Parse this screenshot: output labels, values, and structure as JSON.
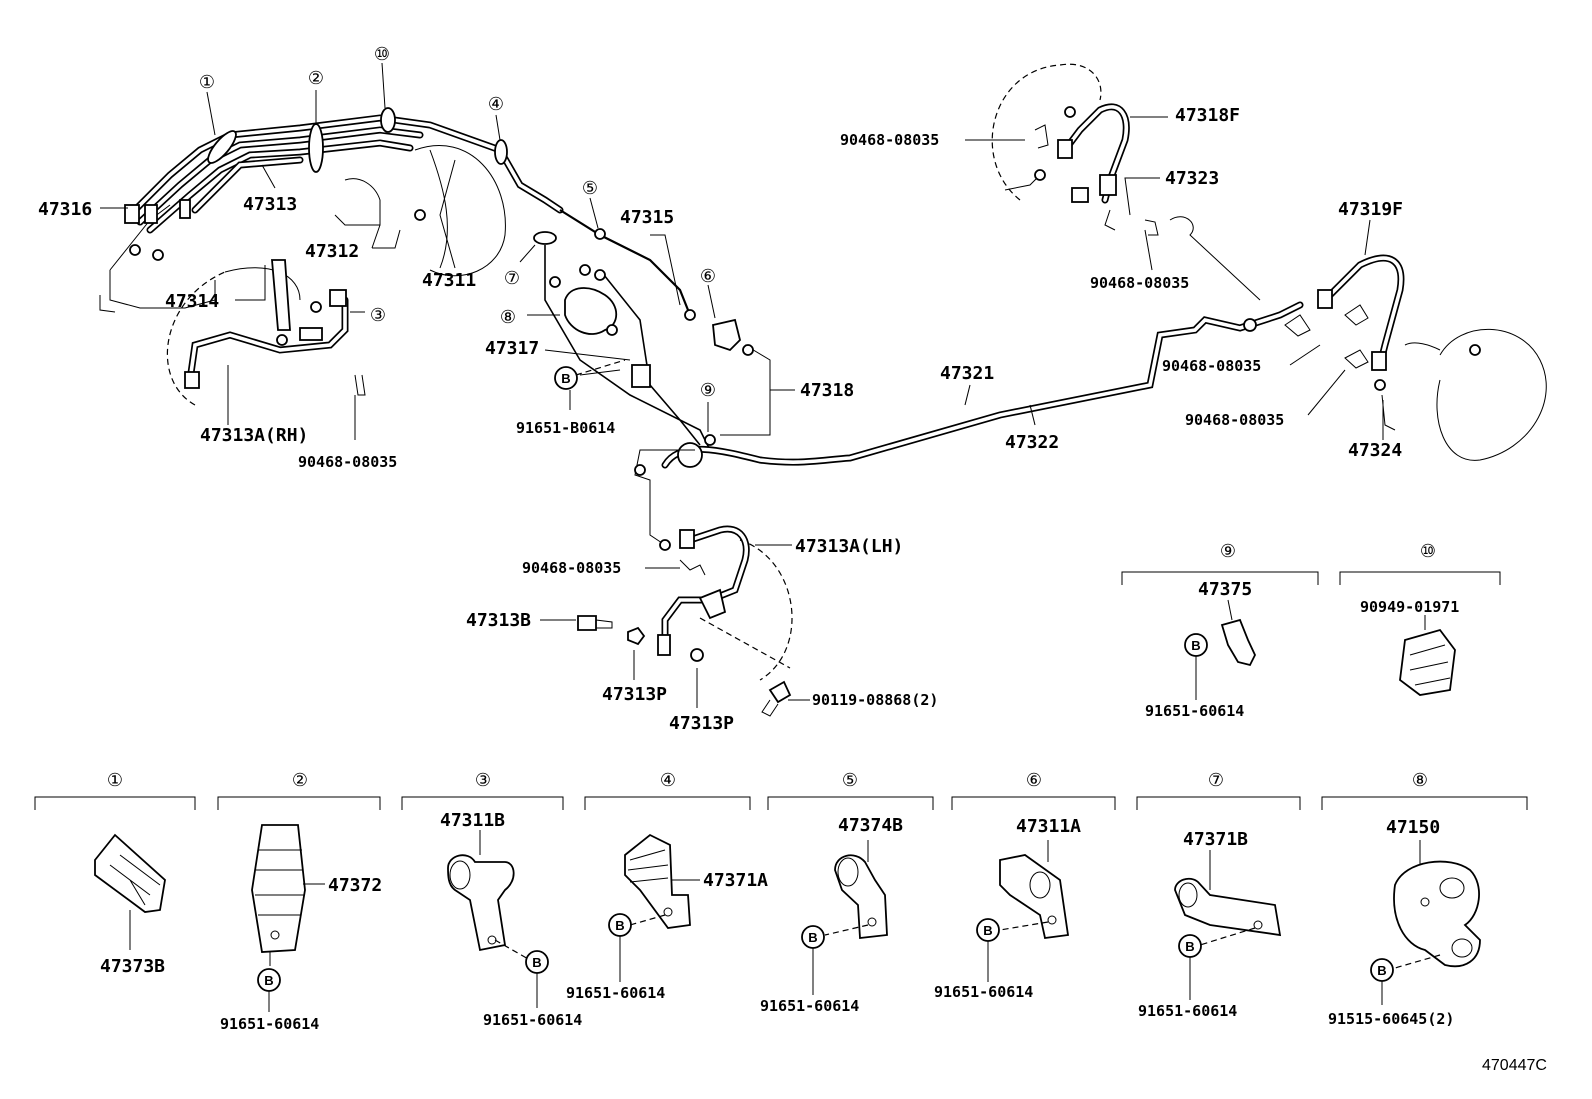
{
  "labels": {
    "c1": "①",
    "c2": "②",
    "c3": "③",
    "c4": "④",
    "c5": "⑤",
    "c6": "⑥",
    "c7": "⑦",
    "c8": "⑧",
    "c9": "⑨",
    "c10": "⑩",
    "p47316": "47316",
    "p47313": "47313",
    "p47312": "47312",
    "p47311": "47311",
    "p47314": "47314",
    "p47313A_RH": "47313A(RH)",
    "p90468_a": "90468-08035",
    "p47315": "47315",
    "p47317": "47317",
    "p91651_B0614": "91651-B0614",
    "p47318": "47318",
    "p47321": "47321",
    "p47322": "47322",
    "p47318F": "47318F",
    "p90468_b": "90468-08035",
    "p47323": "47323",
    "p90468_c": "90468-08035",
    "p47319F": "47319F",
    "p90468_d": "90468-08035",
    "p90468_e": "90468-08035",
    "p47324": "47324",
    "p47313A_LH": "47313A(LH)",
    "p90468_f": "90468-08035",
    "p47313B": "47313B",
    "p47313P_a": "47313P",
    "p47313P_b": "47313P",
    "p90119": "90119-08868(2)",
    "p47375": "47375",
    "p91651_9": "91651-60614",
    "p90949": "90949-01971",
    "p47373B": "47373B",
    "p47372": "47372",
    "p91651_2": "91651-60614",
    "p47311B": "47311B",
    "p91651_3": "91651-60614",
    "p47371A": "47371A",
    "p91651_4": "91651-60614",
    "p47374B": "47374B",
    "p91651_5": "91651-60614",
    "p47311A": "47311A",
    "p91651_6": "91651-60614",
    "p47371B": "47371B",
    "p91651_7": "91651-60614",
    "p47150": "47150",
    "p91515": "91515-60645(2)",
    "bolt": "B",
    "fig": "470447C"
  }
}
